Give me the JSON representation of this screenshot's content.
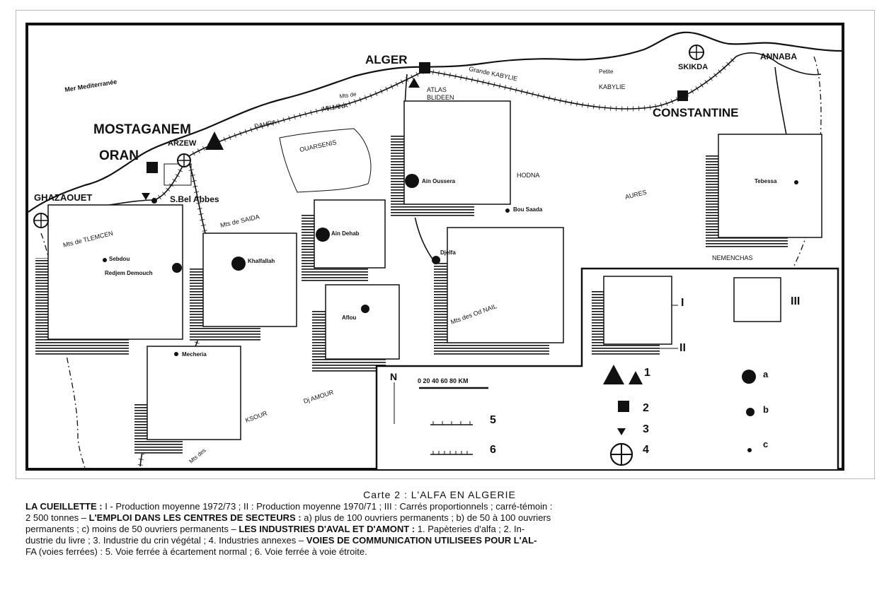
{
  "map": {
    "labels": {
      "mer": "Mer Mediterranée",
      "alger": "ALGER",
      "mostaganem": "MOSTAGANEM",
      "arzew": "ARZEW",
      "oran": "ORAN",
      "ghazaouet": "GHAZAOUET",
      "sba": "S.Bel Abbes",
      "skikda": "SKIKDA",
      "annaba": "ANNABA",
      "constantine": "CONSTANTINE",
      "grande_kabylie": "Grande KABYLIE",
      "petite": "Petite",
      "petite_kabylie": "KABYLIE",
      "atlas": "ATLAS",
      "blideen": "BLIDEEN",
      "mts_de": "Mts de",
      "miliana": "MILIANA",
      "dahra": "DAHRA",
      "ouarsenis": "OUARSENIS",
      "hodna": "HODNA",
      "aures": "AURES",
      "nemenchas": "NEMENCHAS",
      "tlemcen": "Mts de TLEMCEN",
      "saida": "Mts de SAIDA",
      "ouled_nail": "Mts des Od NAIL",
      "ksour": "KSOUR",
      "djamour": "Dj AMOUR",
      "mts_des": "Mts des",
      "sebdou": "Sebdou",
      "redjem": "Redjem Demouch",
      "khalfallah": "Khalfallah",
      "mecheria": "Mecheria",
      "ain_dehab": "Ain Dehab",
      "aflou": "Aflou",
      "ain_oussera": "Ain Oussera",
      "djelfa": "Djelfa",
      "bou_saada": "Bou Saada",
      "tebessa": "Tebessa"
    },
    "legend": {
      "north": "N",
      "scale": "0  20 40  60  80  KM",
      "I": "I",
      "II": "II",
      "III": "III",
      "n1": "1",
      "n2": "2",
      "n3": "3",
      "n4": "4",
      "n5": "5",
      "n6": "6",
      "a": "a",
      "b": "b",
      "c": "c"
    }
  },
  "caption": {
    "title": "Carte 2  :  L'ALFA EN ALGERIE",
    "l1a": "LA CUEILLETTE : ",
    "l1b": "I - Production moyenne 1972/73  ;  II : Production moyenne 1970/71  ;  III : Carrés proportionnels ; carré-témoin :",
    "l2a": "2 500 tonnes     –     ",
    "l2b": "L'EMPLOI DANS LES CENTRES DE SECTEURS : ",
    "l2c": "a) plus de 100 ouvriers permanents  ;  b) de 50 à 100 ouvriers",
    "l3a": "permanents  ;  c) moins de 50 ouvriers permanents     –     ",
    "l3b": "LES INDUSTRIES D'AVAL ET D'AMONT : ",
    "l3c": "1.  Papèteries d'alfa  ;     2. In-",
    "l4a": "dustrie du livre  ;  3. Industrie du crin végétal  ;  4. Industries annexes     –     ",
    "l4b": "VOIES DE COMMUNICATION UTILISEES POUR L'AL-",
    "l5": "FA (voies ferrées) :  5. Voie ferrée à écartement normal  ;  6. Voie ferrée à voie étroite."
  }
}
